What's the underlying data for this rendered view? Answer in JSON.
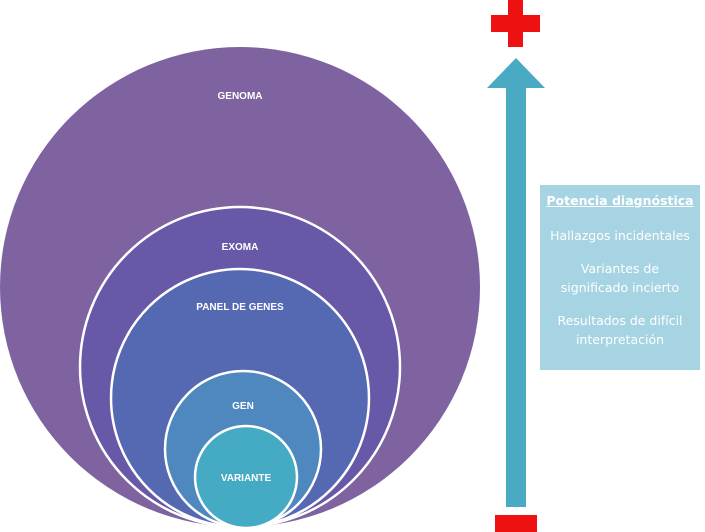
{
  "circles": [
    {
      "label": "GENOMA",
      "color": "#7e63a0"
    },
    {
      "label": "EXOMA",
      "color": "#6758a8"
    },
    {
      "label": "PANEL DE GENES",
      "color": "#5569b2"
    },
    {
      "label": "GEN",
      "color": "#4f88bf"
    },
    {
      "label": "VARIANTE",
      "color": "#45aac4"
    }
  ],
  "arrow": {
    "color": "#4aa9c3",
    "top_symbol": "+",
    "bottom_symbol": "-",
    "symbol_color": "#ee1111"
  },
  "panel": {
    "title": "Potencia diagnóstica",
    "items": [
      "Hallazgos incidentales",
      "Variantes de significado incierto",
      "Resultados de difícil interpretación"
    ],
    "color": "#a6d4e2"
  }
}
